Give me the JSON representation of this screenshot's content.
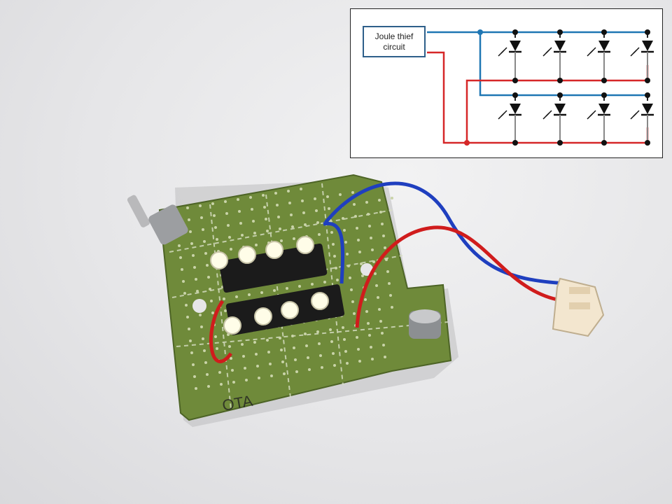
{
  "schematic": {
    "label_line1": "Joule thief",
    "label_line2": "circuit",
    "wire_colors": {
      "positive": "#1f77b4",
      "negative": "#d62728"
    },
    "led_rows": 2,
    "leds_per_row": 4
  },
  "photo": {
    "board_color": "#6f8a3a",
    "wire_colors": {
      "blue": "#1f3fbf",
      "red": "#d01c1c"
    },
    "connector_color": "#f3e6cf",
    "led_count": 8
  }
}
